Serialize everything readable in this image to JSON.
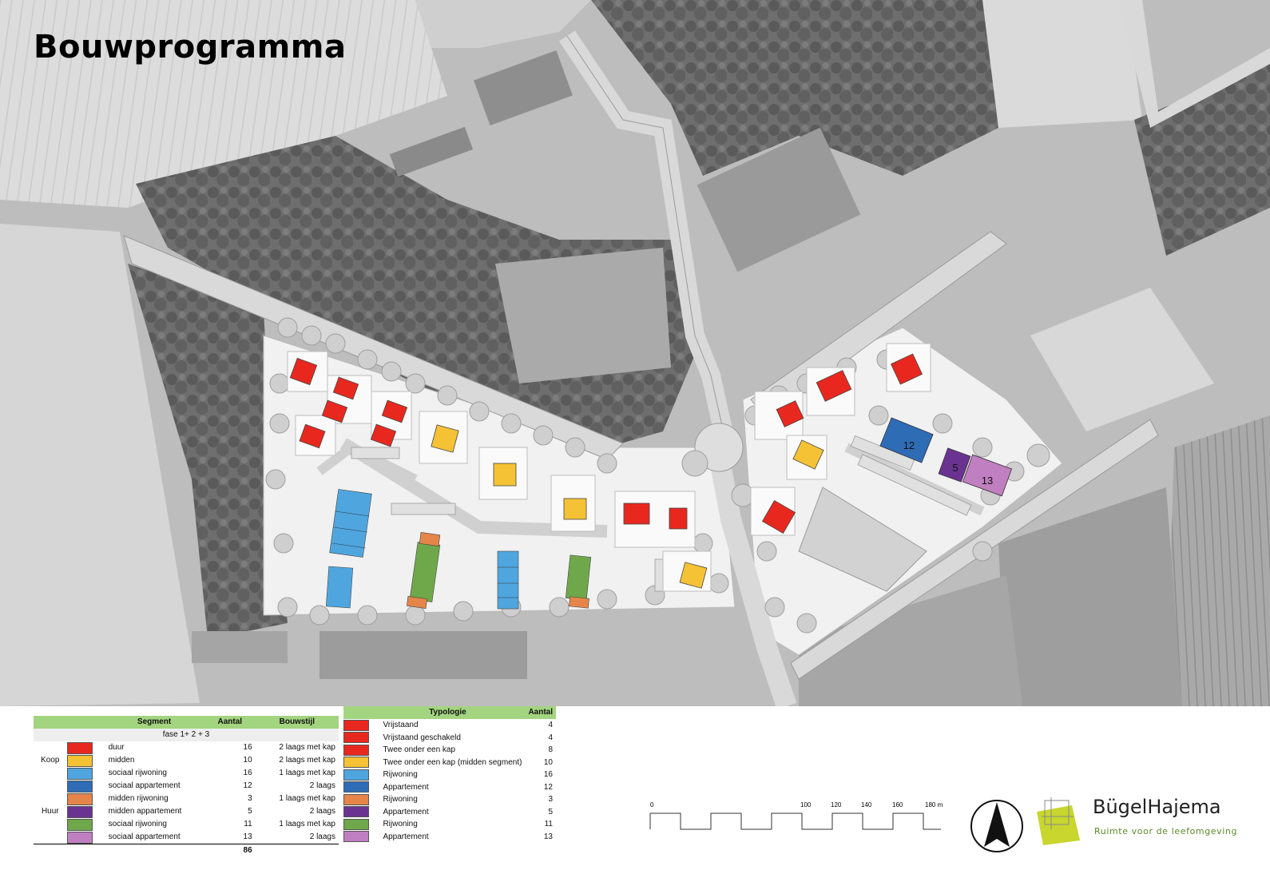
{
  "title": "Bouwprogramma",
  "map_labels": {
    "apt_12": "12",
    "apt_5": "5",
    "apt_13": "13"
  },
  "colors": {
    "duur": "#e8281e",
    "midden": "#f5c235",
    "sociaal_rijwoning": "#4fa6df",
    "sociaal_appartement": "#2f6cb6",
    "midden_rijwoning": "#e5854a",
    "midden_appartement": "#6a3391",
    "huur_sociaal_rijwoning": "#6fa84a",
    "huur_sociaal_appartement": "#c07fc0",
    "header_green": "#a3d47f"
  },
  "segment_table": {
    "headers": [
      "Segment",
      "Aantal",
      "Bouwstijl"
    ],
    "subheader": "fase 1+ 2 + 3",
    "groups": [
      "Koop",
      "Huur"
    ],
    "rows": [
      {
        "segment": "duur",
        "aantal": "16",
        "bouwstijl": "2 laags met kap",
        "color": "#e8281e"
      },
      {
        "segment": "midden",
        "aantal": "10",
        "bouwstijl": "2 laags met kap",
        "color": "#f5c235"
      },
      {
        "segment": "sociaal rijwoning",
        "aantal": "16",
        "bouwstijl": "1 laags met kap",
        "color": "#4fa6df"
      },
      {
        "segment": "sociaal appartement",
        "aantal": "12",
        "bouwstijl": "2 laags",
        "color": "#2f6cb6"
      },
      {
        "segment": "midden rijwoning",
        "aantal": "3",
        "bouwstijl": "1 laags met kap",
        "color": "#e5854a"
      },
      {
        "segment": "midden appartement",
        "aantal": "5",
        "bouwstijl": "2 laags",
        "color": "#6a3391"
      },
      {
        "segment": "sociaal  rijwoning",
        "aantal": "11",
        "bouwstijl": "1 laags met kap",
        "color": "#6fa84a"
      },
      {
        "segment": "sociaal appartement",
        "aantal": "13",
        "bouwstijl": "2 laags",
        "color": "#c07fc0"
      }
    ],
    "total": "86"
  },
  "typologie_table": {
    "headers": [
      "Typologie",
      "Aantal"
    ],
    "rows": [
      {
        "typologie": "Vrijstaand",
        "aantal": "4",
        "color": "#e8281e"
      },
      {
        "typologie": "Vrijstaand geschakeld",
        "aantal": "4",
        "color": "#e8281e"
      },
      {
        "typologie": "Twee onder een kap",
        "aantal": "8",
        "color": "#e8281e"
      },
      {
        "typologie": "Twee onder een kap (midden segment)",
        "aantal": "10",
        "color": "#f5c235"
      },
      {
        "typologie": "Rijwoning",
        "aantal": "16",
        "color": "#4fa6df"
      },
      {
        "typologie": "Appartement",
        "aantal": "12",
        "color": "#2f6cb6"
      },
      {
        "typologie": "Rijwoning",
        "aantal": "3",
        "color": "#e5854a"
      },
      {
        "typologie": "Appartement",
        "aantal": "5",
        "color": "#6a3391"
      },
      {
        "typologie": "Rijwoning",
        "aantal": "11",
        "color": "#6fa84a"
      },
      {
        "typologie": "Appartement",
        "aantal": "13",
        "color": "#c07fc0"
      }
    ]
  },
  "scale_bar": {
    "labels": [
      "0",
      "100",
      "120",
      "140",
      "160",
      "180 m"
    ]
  },
  "logo": {
    "name": "BügelHajema",
    "tagline": "Ruimte voor de leefomgeving"
  }
}
